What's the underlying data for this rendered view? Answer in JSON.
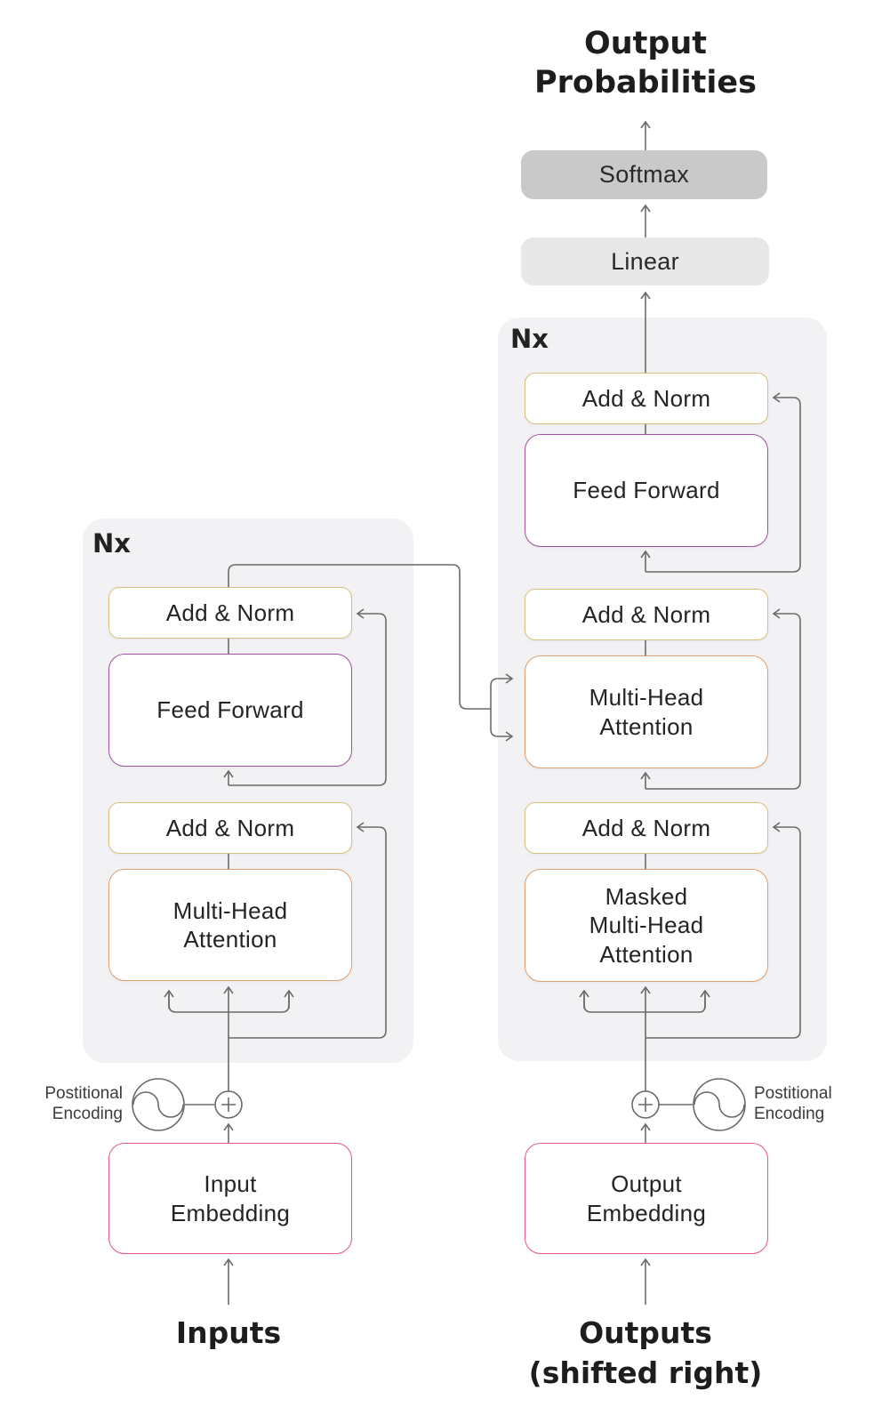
{
  "head": {
    "title": "Output\nProbabilities",
    "softmax_label": "Softmax",
    "linear_label": "Linear"
  },
  "encoder": {
    "nx_label": "Nx",
    "add_norm_top": "Add & Norm",
    "feed_forward": "Feed Forward",
    "add_norm_bottom": "Add & Norm",
    "multi_head_attention": "Multi-Head\nAttention",
    "input_embedding": "Input\nEmbedding",
    "inputs_label": "Inputs",
    "positional_encoding_label": "Postitional\nEncoding"
  },
  "decoder": {
    "nx_label": "Nx",
    "add_norm_top": "Add & Norm",
    "feed_forward": "Feed Forward",
    "add_norm_middle": "Add & Norm",
    "multi_head_attention": "Multi-Head\nAttention",
    "add_norm_bottom": "Add & Norm",
    "masked_multi_head_attention": "Masked\nMulti-Head\nAttention",
    "output_embedding": "Output\nEmbedding",
    "outputs_label": "Outputs\n(shifted right)",
    "positional_encoding_label": "Postitional\nEncoding"
  },
  "icons": {
    "positional_encoding": "sine-wave-circle-icon",
    "add": "plus-in-circle-icon",
    "arrowhead": "open-chevron-arrow"
  },
  "colors": {
    "add_norm_border": "#d8c17b",
    "feed_forward_border": "#a2539e",
    "attention_border": "#dfa06e",
    "embedding_border": "#e75592",
    "softmax_bg": "#c9c9c9",
    "linear_bg": "#e8e8e8",
    "stack_container_bg": "#f2f2f5",
    "connector": "#6a6a6a",
    "text": "#242424"
  }
}
